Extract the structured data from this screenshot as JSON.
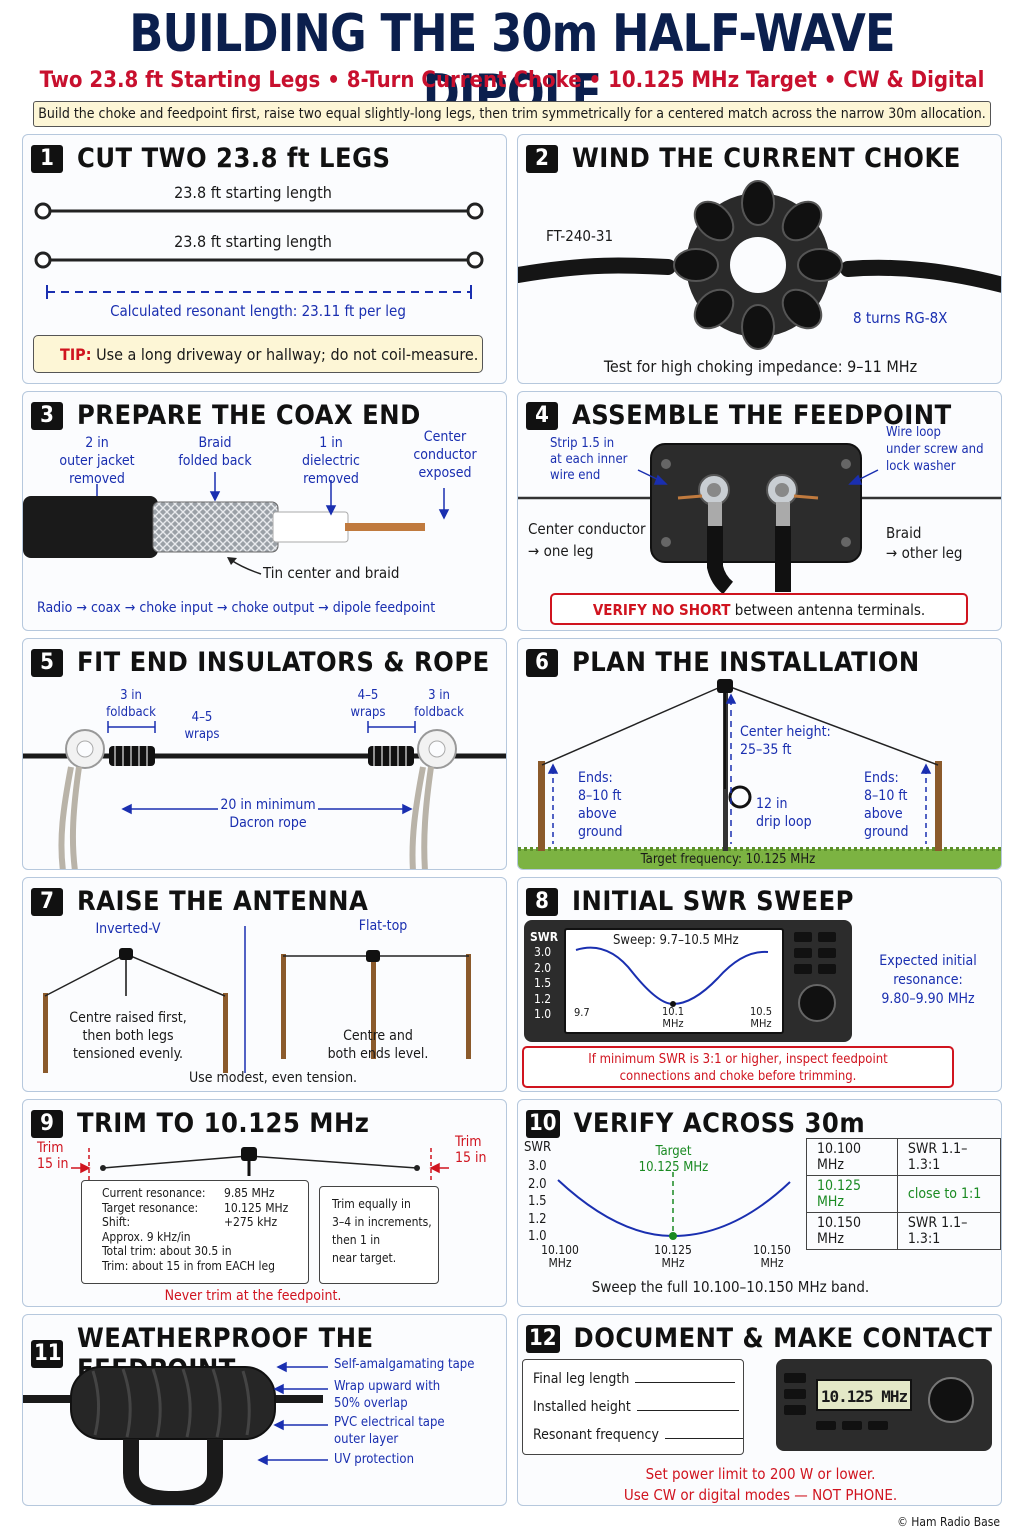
{
  "header": {
    "title": "BUILDING THE 30m HALF-WAVE DIPOLE",
    "subtitle": "Two 23.8 ft Starting Legs  •  8-Turn Current Choke  •  10.125 MHz Target  •  CW & Digital",
    "summary": "Build the choke and feedpoint first, raise two equal slightly-long legs, then trim symmetrically for a centered match across the narrow 30m allocation."
  },
  "colors": {
    "navy": "#0b1f4d",
    "red": "#c8102e",
    "blue": "#1a2fb0",
    "green": "#1a8a22"
  },
  "steps": {
    "s1": {
      "num": "1",
      "title": "CUT TWO 23.8 ft LEGS",
      "leg1": "23.8 ft starting length",
      "leg2": "23.8 ft starting length",
      "calc": "Calculated resonant length: 23.11 ft per leg",
      "tip_label": "TIP:",
      "tip": "Use a long driveway or hallway; do not coil-measure."
    },
    "s2": {
      "num": "2",
      "title": "WIND THE CURRENT CHOKE",
      "core": "FT-240-31",
      "turns": "8 turns RG-8X",
      "test": "Test for high choking impedance: 9–11 MHz"
    },
    "s3": {
      "num": "3",
      "title": "PREPARE THE COAX END",
      "l1": "2 in\nouter jacket\nremoved",
      "l2": "Braid\nfolded back",
      "l3": "1 in\ndielectric\nremoved",
      "l4": "Center\nconductor\nexposed",
      "tin": "Tin center and braid",
      "flow": [
        "Radio",
        "coax",
        "choke input",
        "choke output",
        "dipole feedpoint"
      ]
    },
    "s4": {
      "num": "4",
      "title": "ASSEMBLE THE FEEDPOINT",
      "strip": "Strip 1.5 in\nat each inner\nwire end",
      "loop": "Wire loop\nunder screw and\nlock washer",
      "center": "Center conductor",
      "one_leg": "→ one leg",
      "braid": "Braid",
      "other_leg": "→ other leg",
      "verify_strong": "VERIFY NO SHORT",
      "verify_rest": "between antenna terminals."
    },
    "s5": {
      "num": "5",
      "title": "FIT END INSULATORS & ROPE",
      "fold_l": "3 in\nfoldback",
      "wraps_l": "4–5\nwraps",
      "wraps_r": "4–5\nwraps",
      "fold_r": "3 in\nfoldback",
      "rope": "20 in minimum\nDacron rope"
    },
    "s6": {
      "num": "6",
      "title": "PLAN THE INSTALLATION",
      "center_h": "Center height:\n25–35 ft",
      "ends_l": "Ends:\n8–10 ft\nabove\nground",
      "loop": "12 in\ndrip loop",
      "ends_r": "Ends:\n8–10 ft\nabove\nground",
      "target": "Target frequency: 10.125 MHz"
    },
    "s7": {
      "num": "7",
      "title": "RAISE THE ANTENNA",
      "inv": "Inverted-V",
      "inv_note": "Centre raised first,\nthen both legs\ntensioned evenly.",
      "flat": "Flat-top",
      "flat_note": "Centre and\nboth ends level.",
      "tension": "Use modest, even tension."
    },
    "s8": {
      "num": "8",
      "title": "INITIAL SWR SWEEP",
      "swr": "SWR",
      "sweep": "Sweep: 9.7–10.5 MHz",
      "yticks": [
        "3.0",
        "2.0",
        "1.5",
        "1.2",
        "1.0"
      ],
      "x1": "9.7",
      "x2": "10.1",
      "x3": "10.5",
      "mhz": "MHz",
      "expected": "Expected initial\nresonance:\n9.80–9.90 MHz",
      "warn": "If minimum SWR is 3:1 or higher, inspect feedpoint\nconnections and choke before trimming."
    },
    "s9": {
      "num": "9",
      "title": "TRIM TO 10.125 MHz",
      "trim_l": "Trim\n15 in",
      "trim_r": "Trim\n15 in",
      "calc_rows": [
        {
          "k": "Current resonance:",
          "v": "9.85 MHz"
        },
        {
          "k": "Target resonance:",
          "v": "10.125 MHz"
        },
        {
          "k": "Shift:",
          "v": "+275 kHz"
        }
      ],
      "approx": "Approx. 9 kHz/in",
      "total": "Total trim: about 30.5 in",
      "each": "Trim: about 15 in from EACH leg",
      "equal": "Trim equally in\n3–4 in increments,\nthen 1 in\nnear target.",
      "never": "Never trim at the feedpoint."
    },
    "s10": {
      "num": "10",
      "title": "VERIFY ACROSS 30m",
      "swr": "SWR",
      "yticks": [
        "3.0",
        "2.0",
        "1.5",
        "1.2",
        "1.0"
      ],
      "target": "Target\n10.125 MHz",
      "x1": "10.100",
      "x2": "10.125",
      "x3": "10.150",
      "mhz": "MHz",
      "sweep_note": "Sweep the full 10.100–10.150 MHz band.",
      "table": [
        [
          "10.100 MHz",
          "SWR 1.1–1.3:1"
        ],
        [
          "10.125 MHz",
          "close to 1:1"
        ],
        [
          "10.150 MHz",
          "SWR 1.1–1.3:1"
        ]
      ]
    },
    "s11": {
      "num": "11",
      "title": "WEATHERPROOF THE FEEDPOINT",
      "l1": "Self-amalgamating tape",
      "l2": "Wrap upward with\n50% overlap",
      "l3": "PVC electrical tape\nouter layer",
      "l4": "UV protection"
    },
    "s12": {
      "num": "12",
      "title": "DOCUMENT & MAKE CONTACT",
      "f1": "Final leg length",
      "f2": "Installed height",
      "f3": "Resonant frequency",
      "display": "10.125 MHz",
      "power": "Set power limit to 200 W or lower.",
      "modes": "Use CW or digital modes — NOT PHONE."
    }
  },
  "footer": "© Ham Radio Base"
}
